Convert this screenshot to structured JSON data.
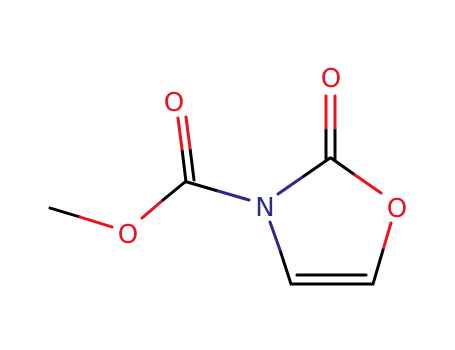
{
  "molecule": {
    "atoms": {
      "o_carbonyl_left": {
        "symbol": "O",
        "color": "#e8141e"
      },
      "o_carbonyl_right": {
        "symbol": "O",
        "color": "#e8141e"
      },
      "o_methoxy": {
        "symbol": "O",
        "color": "#e8141e"
      },
      "o_ring": {
        "symbol": "O",
        "color": "#e8141e"
      },
      "n_ring": {
        "symbol": "N",
        "color": "#2e2a8a"
      }
    },
    "colors": {
      "bond_carbon": "#000000",
      "oxygen": "#e8141e",
      "nitrogen": "#2e2a8a",
      "background": "#ffffff"
    }
  }
}
